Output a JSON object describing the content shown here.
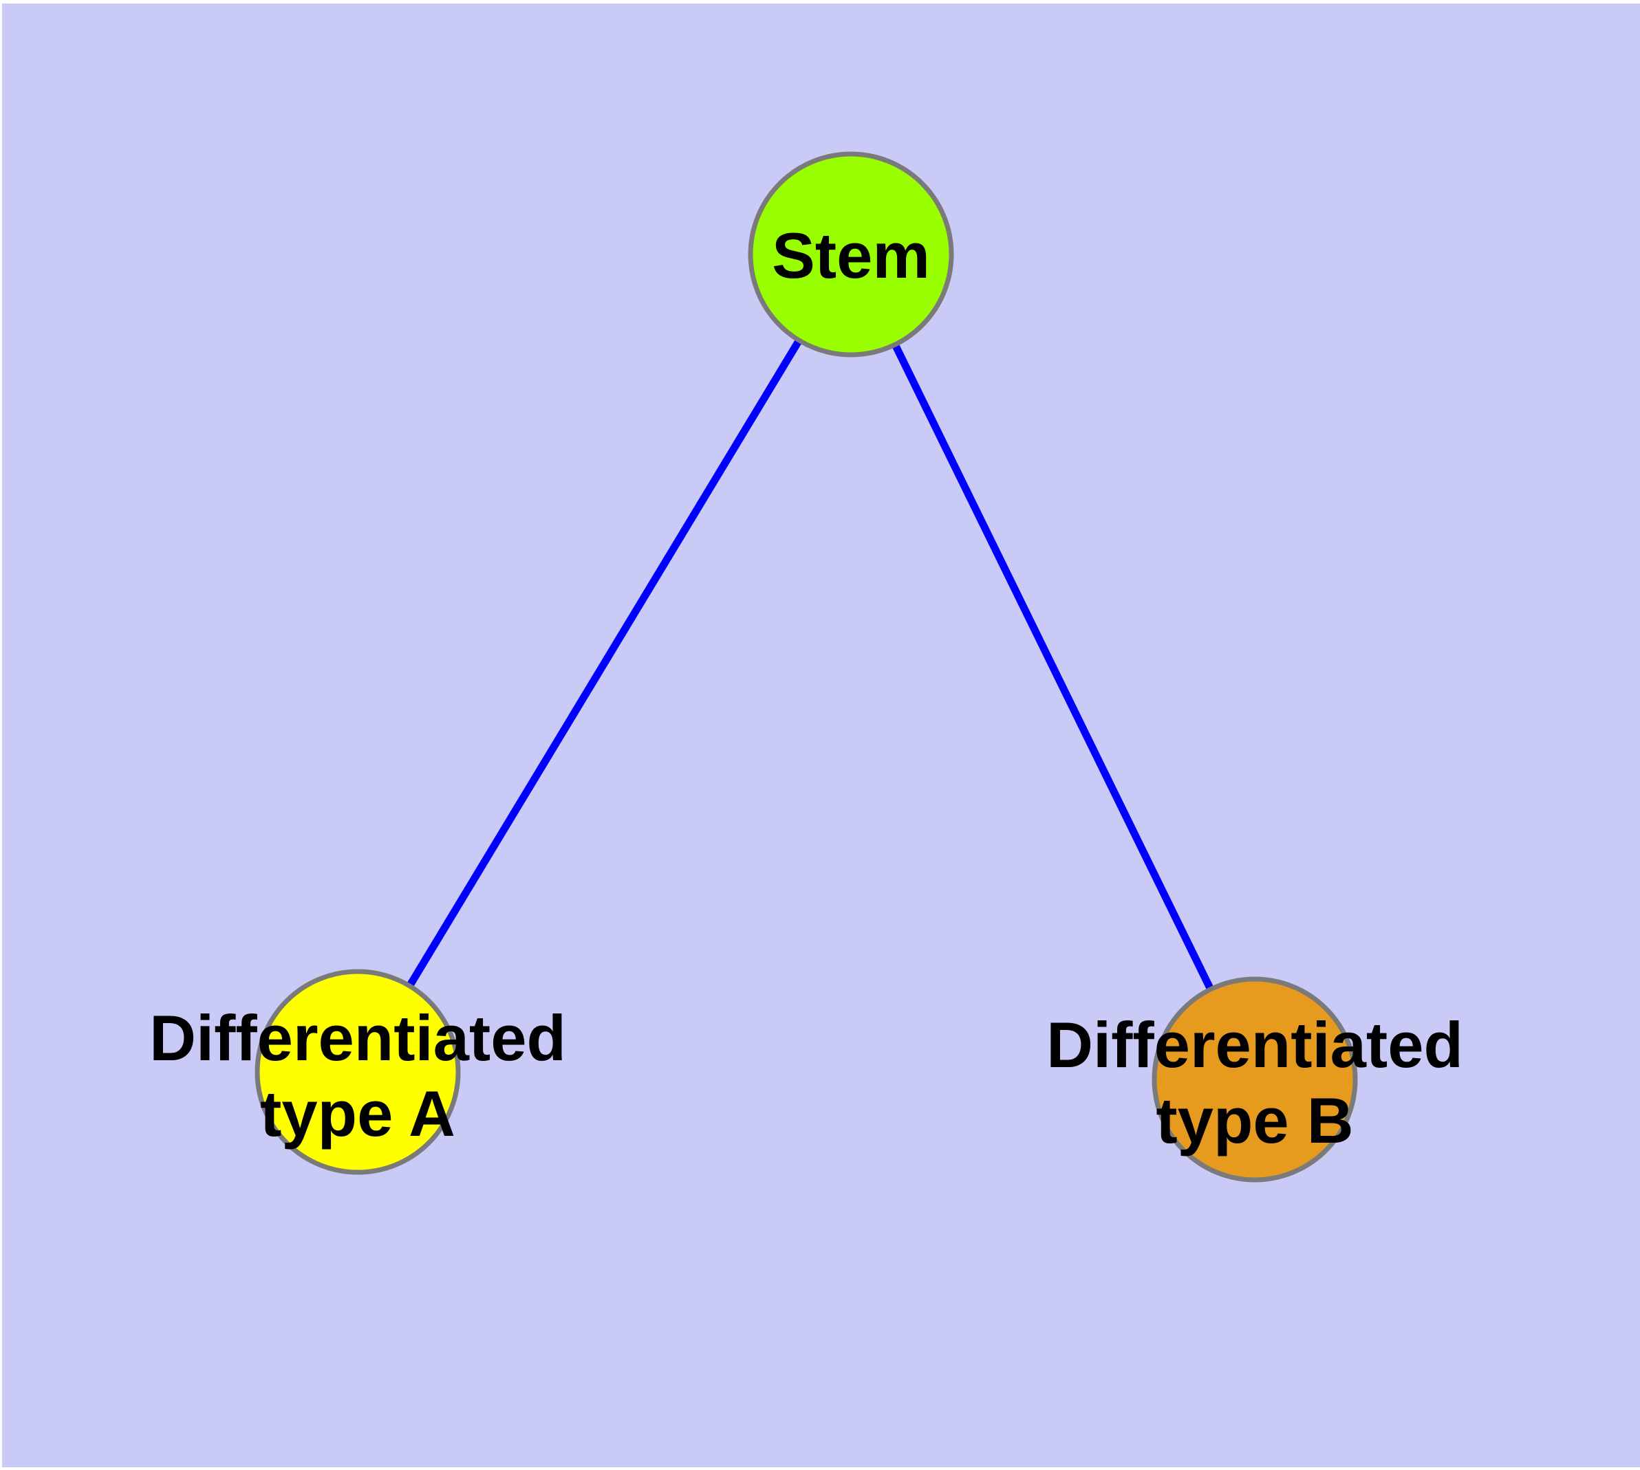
{
  "canvas": {
    "page_margin_color": "#ffffff",
    "background_color": "#cacaf6"
  },
  "diagram": {
    "type": "node-link-graph",
    "label_color": "#000000",
    "node_border_color": "#7a7a7a",
    "edge_color": "#0000ff",
    "nodes": [
      {
        "id": "stem",
        "label_lines": [
          "Stem"
        ],
        "fill": "#99ff00"
      },
      {
        "id": "differentiated-type-a",
        "label_lines": [
          "Differentiated",
          "type A"
        ],
        "fill": "#ffff00"
      },
      {
        "id": "differentiated-type-b",
        "label_lines": [
          "Differentiated",
          "type B"
        ],
        "fill": "#e69b1e"
      }
    ],
    "edges": [
      {
        "from": "stem",
        "to": "differentiated-type-a"
      },
      {
        "from": "stem",
        "to": "differentiated-type-b"
      }
    ]
  }
}
